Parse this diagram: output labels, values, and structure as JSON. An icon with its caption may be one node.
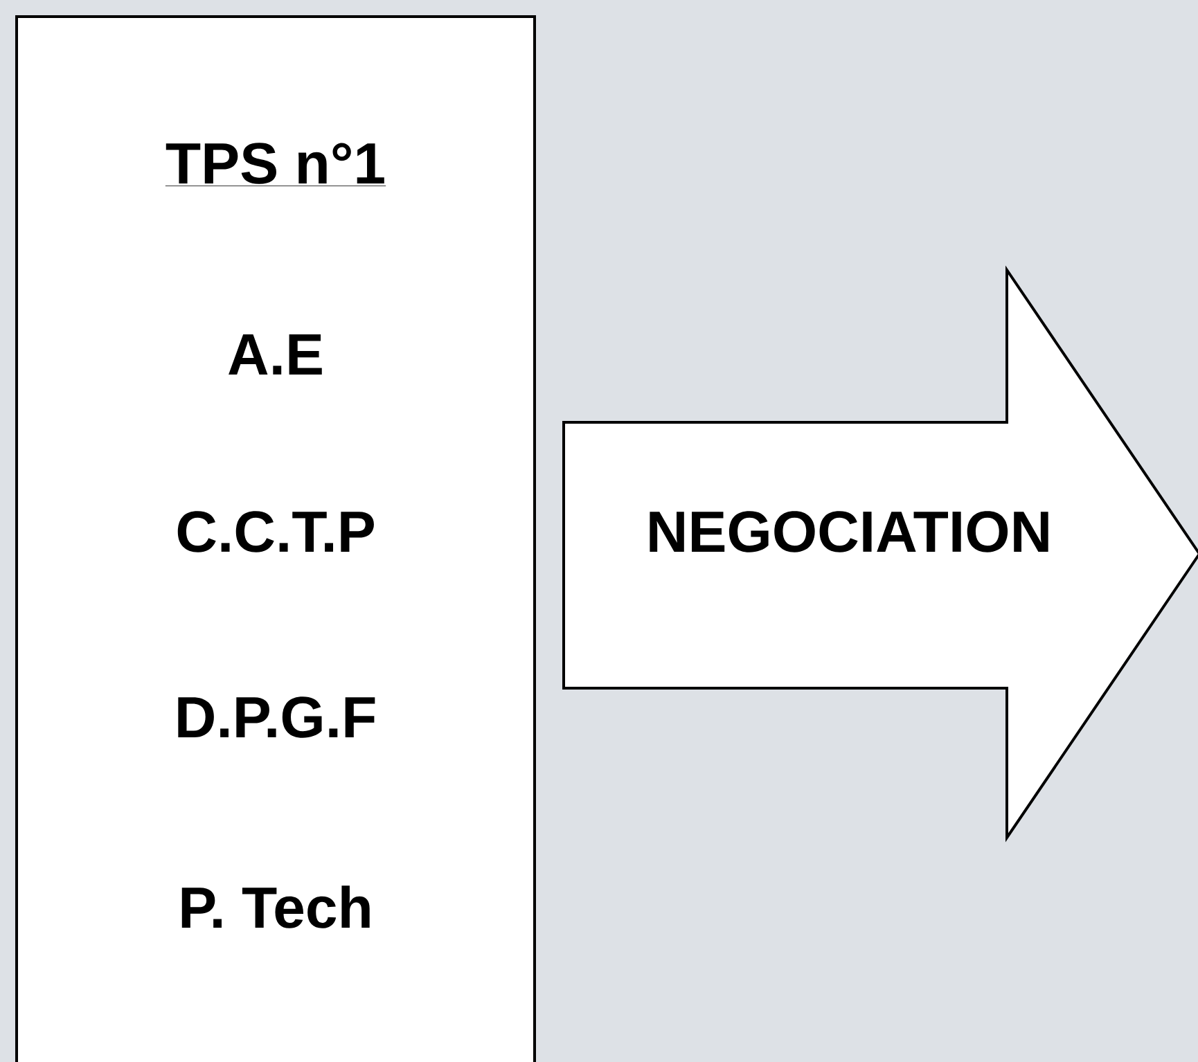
{
  "diagram": {
    "nodes": [
      {
        "text": [
          "TPS n°1",
          "A.E",
          "C.C.T.P",
          "D.P.G.F",
          "P. Tech"
        ]
      },
      {
        "text": [
          "NEGOCIATION"
        ]
      }
    ]
  }
}
